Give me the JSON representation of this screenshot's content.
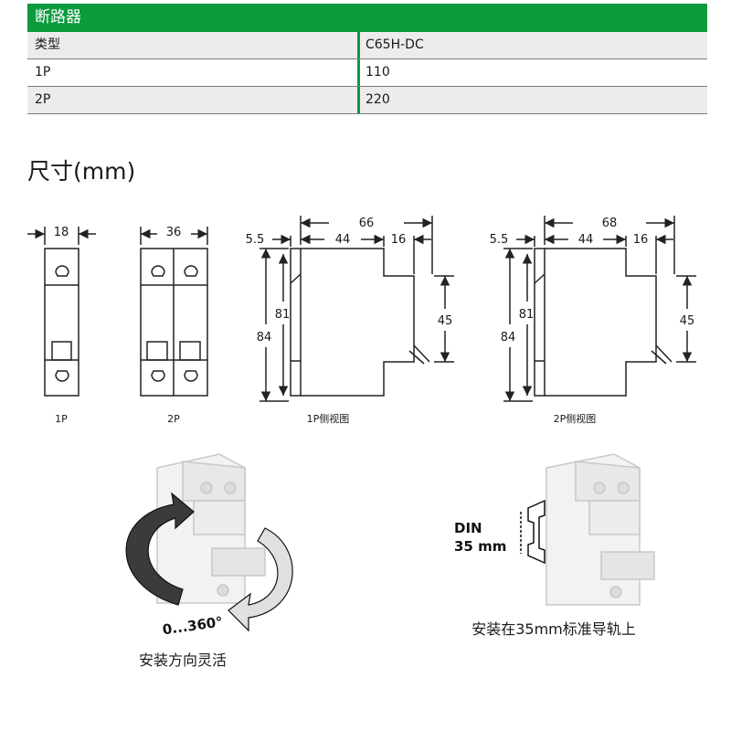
{
  "table": {
    "title": "断路器",
    "rows": [
      {
        "label": "类型",
        "value": "C65H-DC"
      },
      {
        "label": "1P",
        "value": "110"
      },
      {
        "label": "2P",
        "value": "220"
      }
    ]
  },
  "dimensions": {
    "title": "尺寸(mm)",
    "front_1p": {
      "width": "18",
      "caption": "1P"
    },
    "front_2p": {
      "width": "36",
      "caption": "2P"
    },
    "side_1p": {
      "total": "66",
      "left": "5.5",
      "mid": "44",
      "right": "16",
      "h_outer": "84",
      "h_inner": "81",
      "h_right": "45",
      "caption": "1P侧视图"
    },
    "side_2p": {
      "total": "68",
      "left": "5.5",
      "mid": "44",
      "right": "16",
      "h_outer": "84",
      "h_inner": "81",
      "h_right": "45",
      "caption": "2P侧视图"
    }
  },
  "installation": {
    "rotation_label": "0...360°",
    "rotation_caption": "安装方向灵活",
    "din_line1": "DIN",
    "din_line2": "35 mm",
    "din_caption": "安装在35mm标准导轨上"
  }
}
